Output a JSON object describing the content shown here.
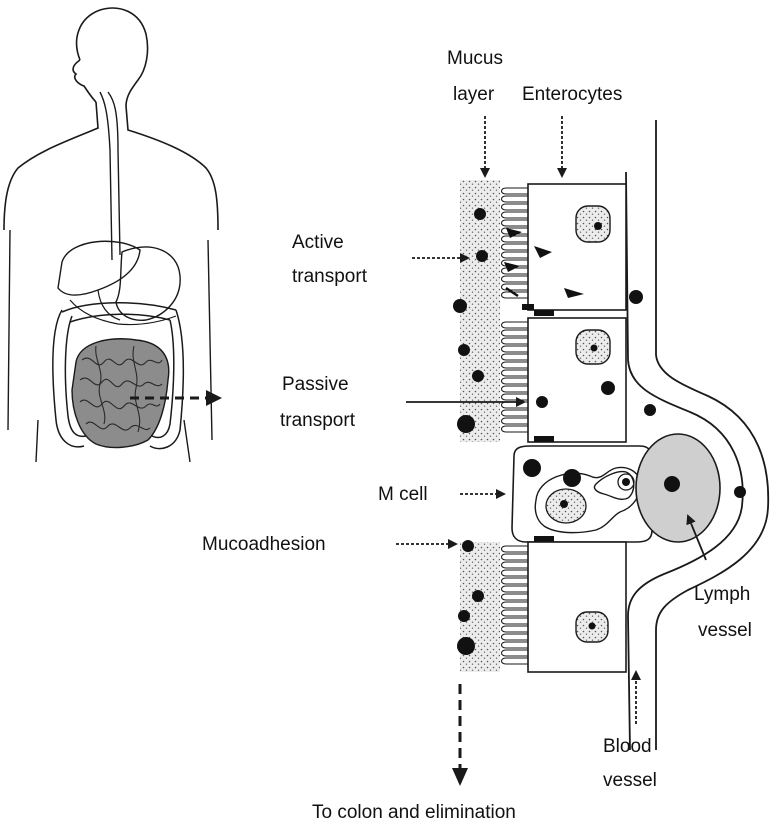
{
  "labels": {
    "mucus_layer_line1": "Mucus",
    "mucus_layer_line2": "layer",
    "enterocytes": "Enterocytes",
    "active_transport_line1": "Active",
    "active_transport_line2": "transport",
    "passive_transport_line1": "Passive",
    "passive_transport_line2": "transport",
    "m_cell": "M cell",
    "mucoadhesion": "Mucoadhesion",
    "lymph_vessel_line1": "Lymph",
    "lymph_vessel_line2": "vessel",
    "blood_vessel_line1": "Blood",
    "blood_vessel_line2": "vessel",
    "elimination": "To colon and elimination"
  },
  "colors": {
    "ink": "#1a1a1a",
    "intestine_fill": "#8c8c8c",
    "lymph_fill": "#cfcfcf",
    "mucus_fill": "#e6e6e6"
  }
}
